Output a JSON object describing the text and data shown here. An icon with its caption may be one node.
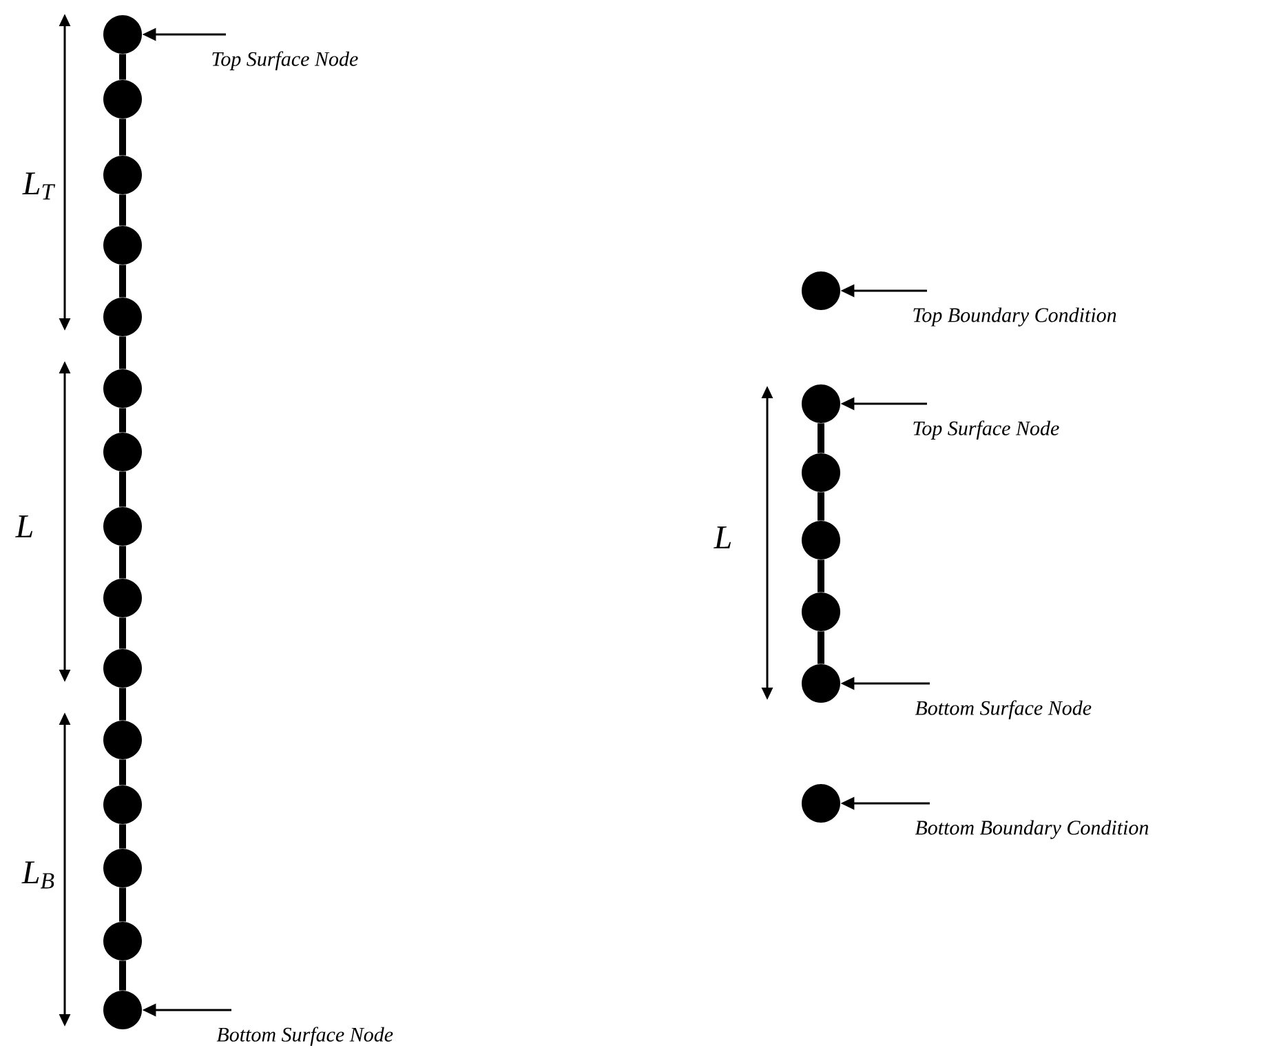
{
  "diagram": {
    "nodes": [
      {
        "text": [],
        "shape": "circle"
      },
      {
        "text": [],
        "shape": "circle"
      },
      {
        "text": [],
        "shape": "circle"
      },
      {
        "text": [],
        "shape": "circle"
      },
      {
        "text": [],
        "shape": "circle"
      },
      {
        "text": [],
        "shape": "circle"
      },
      {
        "text": [],
        "shape": "circle"
      },
      {
        "text": [],
        "shape": "circle"
      },
      {
        "text": [],
        "shape": "circle"
      },
      {
        "text": [],
        "shape": "circle"
      },
      {
        "text": [],
        "shape": "circle"
      },
      {
        "text": [],
        "shape": "circle"
      },
      {
        "text": [],
        "shape": "circle"
      },
      {
        "text": [],
        "shape": "circle"
      },
      {
        "text": [],
        "shape": "circle"
      },
      {
        "text": [],
        "shape": "circle"
      },
      {
        "text": [],
        "shape": "circle"
      },
      {
        "text": [],
        "shape": "circle"
      },
      {
        "text": [],
        "shape": "circle"
      },
      {
        "text": [],
        "shape": "circle"
      },
      {
        "text": [],
        "shape": "circle"
      },
      {
        "text": [],
        "shape": "circle"
      },
      {
        "text": [
          "Top Surface Node"
        ]
      },
      {
        "text": [
          "Bottom Surface Node"
        ]
      },
      {
        "text": [
          "Top Boundary Condition"
        ]
      },
      {
        "text": [
          "Top Surface Node"
        ]
      },
      {
        "text": [
          "Bottom Surface Node"
        ]
      },
      {
        "text": [
          "Bottom Boundary Condition"
        ]
      }
    ],
    "edges": [
      {
        "from": 0,
        "to": 1,
        "arrow": "none"
      },
      {
        "from": 1,
        "to": 2,
        "arrow": "none"
      },
      {
        "from": 2,
        "to": 3,
        "arrow": "none"
      },
      {
        "from": 3,
        "to": 4,
        "arrow": "none"
      },
      {
        "from": 4,
        "to": 5,
        "arrow": "none"
      },
      {
        "from": 5,
        "to": 6,
        "arrow": "none"
      },
      {
        "from": 6,
        "to": 7,
        "arrow": "none"
      },
      {
        "from": 7,
        "to": 8,
        "arrow": "none"
      },
      {
        "from": 8,
        "to": 9,
        "arrow": "none"
      },
      {
        "from": 9,
        "to": 10,
        "arrow": "none"
      },
      {
        "from": 10,
        "to": 11,
        "arrow": "none"
      },
      {
        "from": 11,
        "to": 12,
        "arrow": "none"
      },
      {
        "from": 12,
        "to": 13,
        "arrow": "none"
      },
      {
        "from": 13,
        "to": 14,
        "arrow": "none"
      },
      {
        "from": 16,
        "to": 17,
        "arrow": "none"
      },
      {
        "from": 17,
        "to": 18,
        "arrow": "none"
      },
      {
        "from": 18,
        "to": 19,
        "arrow": "none"
      },
      {
        "from": 19,
        "to": 20,
        "arrow": "none"
      },
      {
        "from": 22,
        "to": 0,
        "arrow": "to"
      },
      {
        "from": 23,
        "to": 14,
        "arrow": "to"
      },
      {
        "from": 24,
        "to": 15,
        "arrow": "to"
      },
      {
        "from": 25,
        "to": 16,
        "arrow": "to"
      },
      {
        "from": 26,
        "to": 20,
        "arrow": "to"
      },
      {
        "from": 27,
        "to": 21,
        "arrow": "to"
      }
    ],
    "labels": [
      "L$_{T}$",
      "L",
      "L$_{B}$",
      "L"
    ]
  }
}
